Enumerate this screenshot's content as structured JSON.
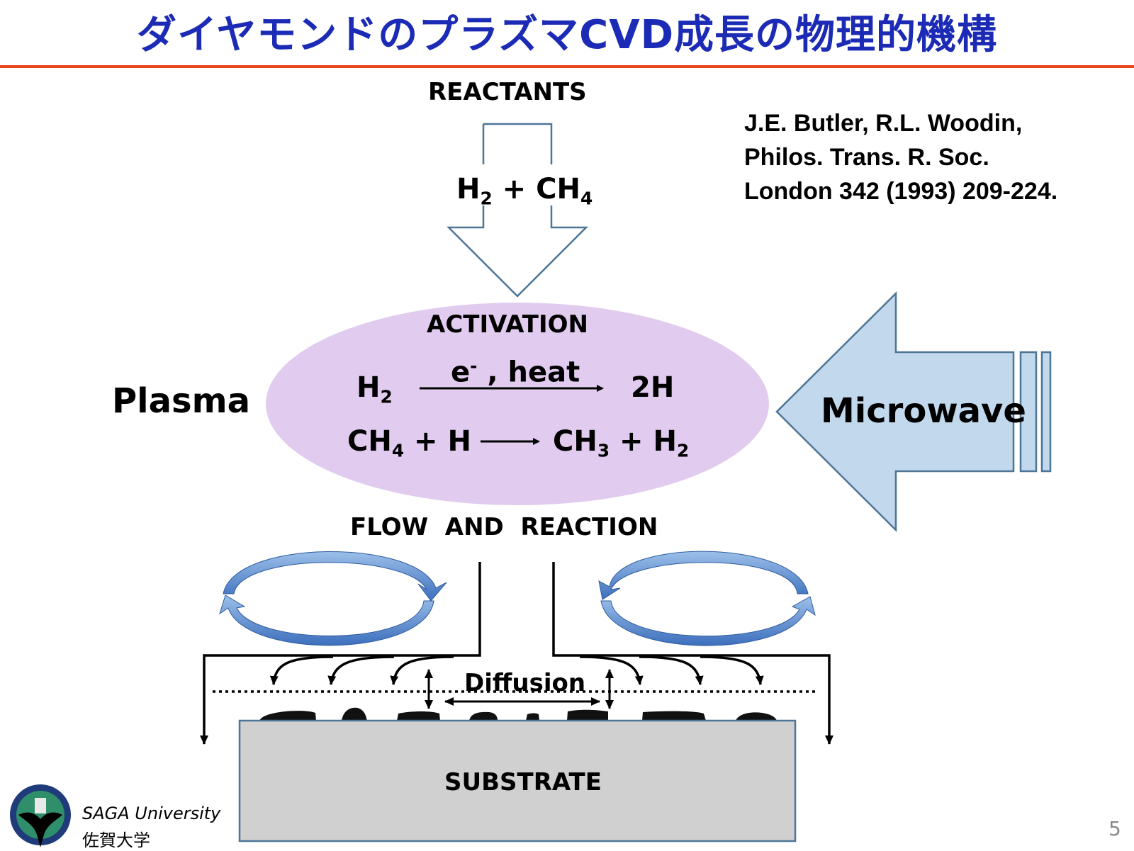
{
  "slide": {
    "title": "ダイヤモンドのプラズマCVD成長の物理的機構",
    "page_number": "5"
  },
  "diagram": {
    "reactants_label": "REACTANTS",
    "reactant_H": "H",
    "reactant_H_sub": "2",
    "reactant_plus_CH": " + CH",
    "reactant_CH_sub": "4",
    "activation_label": "ACTIVATION",
    "plasma_label": "Plasma",
    "microwave_label": "Microwave",
    "eq1_lhs": "H",
    "eq1_lhs_sub": "2",
    "eq1_condition_e": "e",
    "eq1_condition_sup": "-",
    "eq1_condition_rest": " , heat",
    "eq1_rhs": "2H",
    "eq2_lhs_CH": "CH",
    "eq2_lhs_sub": "4",
    "eq2_lhs_rest": " + H",
    "eq2_rhs_CH": "CH",
    "eq2_rhs_sub": "3",
    "eq2_rhs_rest": " + H",
    "eq2_rhs_sub2": "2",
    "flow_label": "FLOW  AND  REACTION",
    "diffusion_label": "Diffusion",
    "substrate_label": "SUBSTRATE"
  },
  "reference": {
    "line1": "J.E. Butler, R.L. Woodin,",
    "line2": "Philos. Trans. R. Soc.",
    "line3": "London 342 (1993) 209-224."
  },
  "logo": {
    "name": "SAGA University",
    "name_jp": "佐賀大学"
  },
  "colors": {
    "title": "#1c2bb5",
    "title_rule": "#e8451b",
    "plasma_fill": "#e1ccef",
    "microwave_fill": "#c2d8ec",
    "circulation_arrow": "#5b8ed0",
    "substrate_fill": "#d0d0d0"
  }
}
